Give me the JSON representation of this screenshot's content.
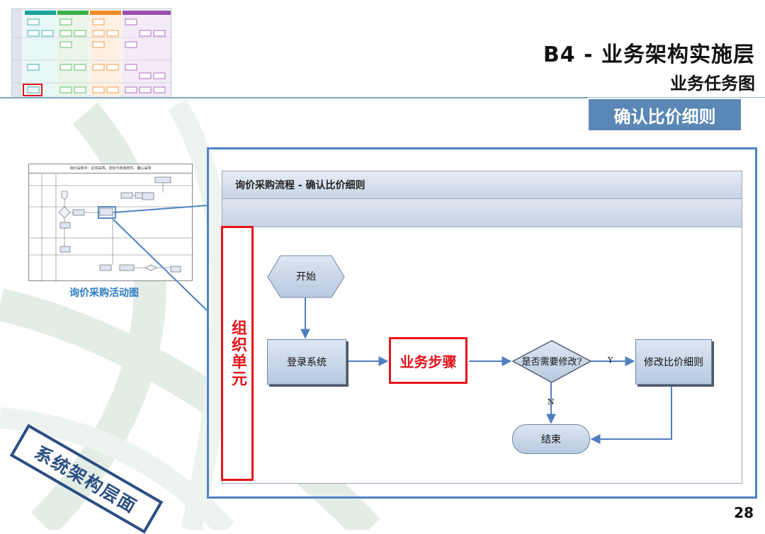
{
  "header": {
    "title": "B4 - 业务架构实施层",
    "subtitle": "业务任务图",
    "tag": "确认比价细则"
  },
  "page_number": "28",
  "thumbnail": {
    "caption": "询价采购活动图",
    "header_text": "询价采购中：在线采购，发标与新收样件，确认采购"
  },
  "stamp": "系统架构层面",
  "colors": {
    "accent": "#4f82c2",
    "tag_bg": "#5a87b5",
    "highlight": "#e5141b",
    "caption": "#2e7cc0",
    "stamp": "#2b4e83"
  },
  "diagram": {
    "lane_title": "询价采购流程 - 确认比价细则",
    "org_unit": "组织单元",
    "nodes": {
      "start": "开始",
      "login": "登录系统",
      "step": "业务步骤",
      "decision": "是否需要修改?",
      "modify": "修改比价细则",
      "end": "结束"
    },
    "edge_labels": {
      "yes": "Y",
      "no": "N"
    }
  }
}
